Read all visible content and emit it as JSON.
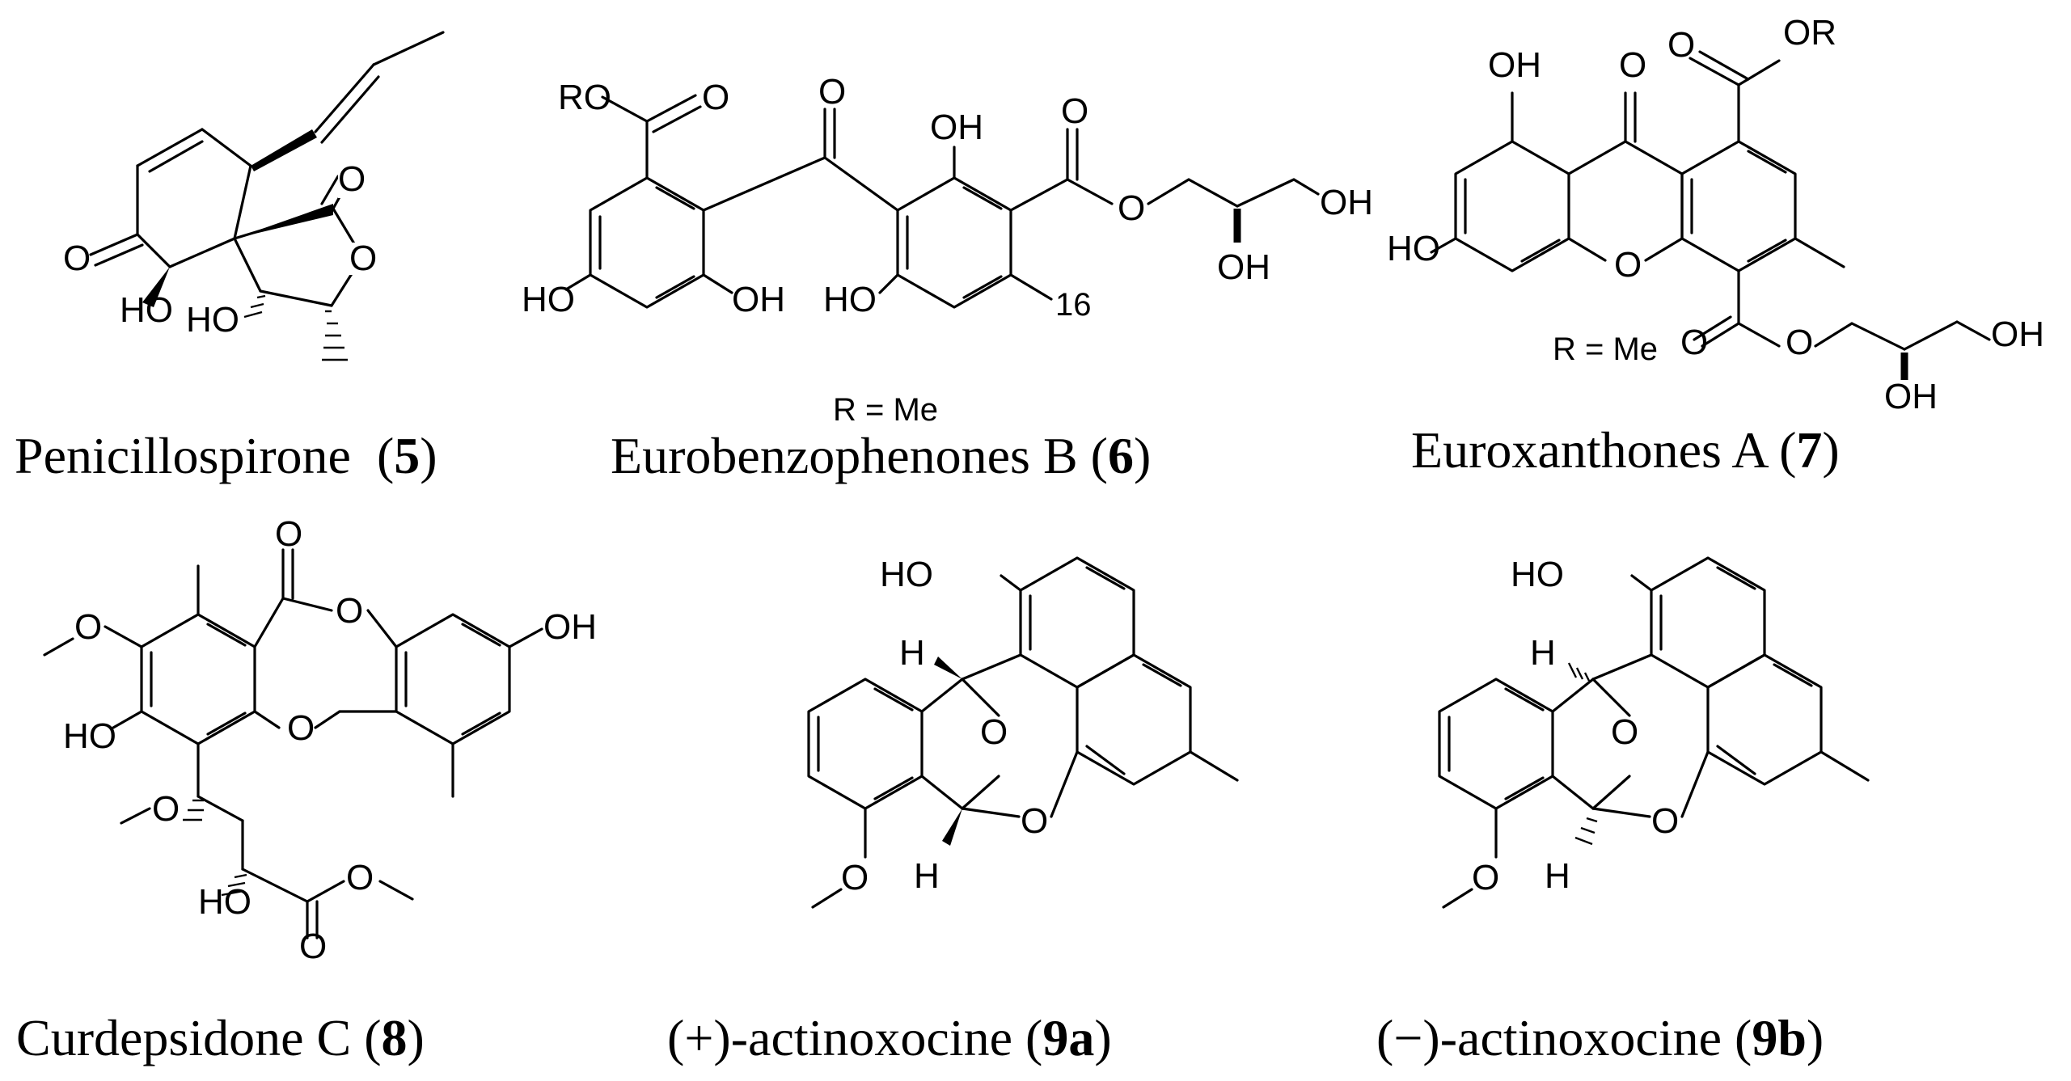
{
  "compounds": [
    {
      "id": "c5",
      "name": "Penicillospirone",
      "number": "5",
      "atoms": [
        "O",
        "O",
        "O",
        "HO",
        "HO"
      ],
      "notes": []
    },
    {
      "id": "c6",
      "name": "Eurobenzophenones B",
      "number": "6",
      "atoms": [
        "RO",
        "O",
        "O",
        "OH",
        "O",
        "O",
        "OH",
        "OH",
        "HO",
        "OH",
        "HO"
      ],
      "notes": [
        "16",
        "R = Me"
      ]
    },
    {
      "id": "c7",
      "name": "Euroxanthones A",
      "number": "7",
      "atoms": [
        "OH",
        "O",
        "O",
        "OR",
        "HO",
        "O",
        "O",
        "O",
        "OH",
        "OH"
      ],
      "notes": [
        "R = Me"
      ]
    },
    {
      "id": "c8",
      "name": "Curdepsidone C",
      "number": "8",
      "atoms": [
        "O",
        "O",
        "O",
        "OH",
        "O",
        "HO",
        "O",
        "HO",
        "O",
        "O"
      ],
      "notes": []
    },
    {
      "id": "c9a",
      "name": "(+)-actinoxocine",
      "number": "9a",
      "atoms": [
        "HO",
        "H",
        "O",
        "O",
        "O",
        "H"
      ],
      "notes": []
    },
    {
      "id": "c9b",
      "name": "(−)-actinoxocine",
      "number": "9b",
      "atoms": [
        "HO",
        "H",
        "O",
        "O",
        "O",
        "H"
      ],
      "notes": []
    }
  ]
}
